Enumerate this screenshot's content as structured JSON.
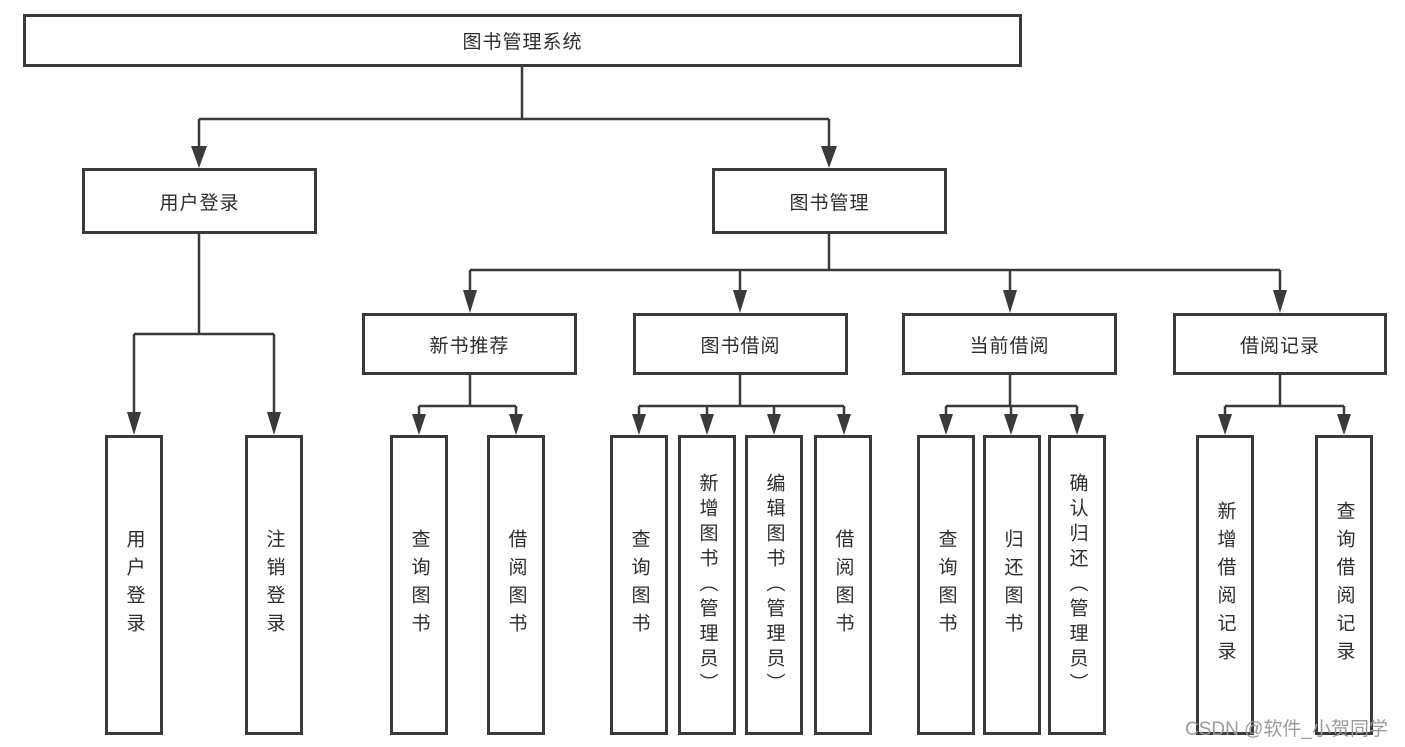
{
  "tree": {
    "label": "图书管理系统",
    "children": [
      {
        "label": "用户登录",
        "children": [
          {
            "label": "用户登录"
          },
          {
            "label": "注销登录"
          }
        ]
      },
      {
        "label": "图书管理",
        "children": [
          {
            "label": "新书推荐",
            "children": [
              {
                "label": "查询图书"
              },
              {
                "label": "借阅图书"
              }
            ]
          },
          {
            "label": "图书借阅",
            "children": [
              {
                "label": "查询图书"
              },
              {
                "label": "新增图书（管理员）"
              },
              {
                "label": "编辑图书（管理员）"
              },
              {
                "label": "借阅图书"
              }
            ]
          },
          {
            "label": "当前借阅",
            "children": [
              {
                "label": "查询图书"
              },
              {
                "label": "归还图书"
              },
              {
                "label": "确认归还（管理员）"
              }
            ]
          },
          {
            "label": "借阅记录",
            "children": [
              {
                "label": "新增借阅记录"
              },
              {
                "label": "查询借阅记录"
              }
            ]
          }
        ]
      }
    ]
  },
  "watermark": {
    "text": "CSDN @软件_小贺同学"
  },
  "style": {
    "line_color": "#3a3a3a",
    "box_border_color": "#3a3a3a",
    "text_color": "#2d2d2d",
    "watermark_color": "#9b9b9b"
  }
}
